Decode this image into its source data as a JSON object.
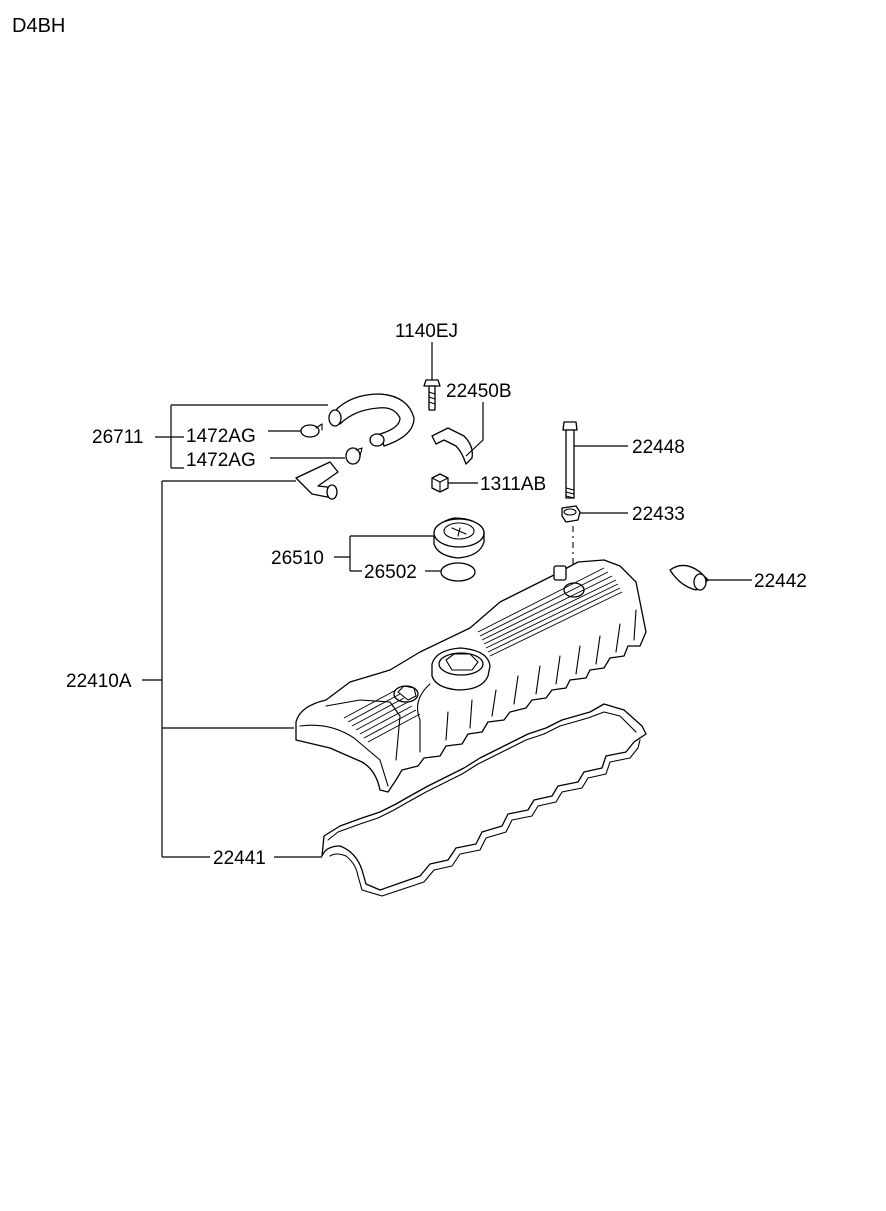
{
  "engine_code": "D4BH",
  "labels": {
    "p1140EJ": "1140EJ",
    "p22450B": "22450B",
    "p26711": "26711",
    "p1472AG_a": "1472AG",
    "p1472AG_b": "1472AG",
    "p1311AB": "1311AB",
    "p22448": "22448",
    "p22433": "22433",
    "p26510": "26510",
    "p26502": "26502",
    "p22442": "22442",
    "p22410A": "22410A",
    "p22441": "22441"
  }
}
